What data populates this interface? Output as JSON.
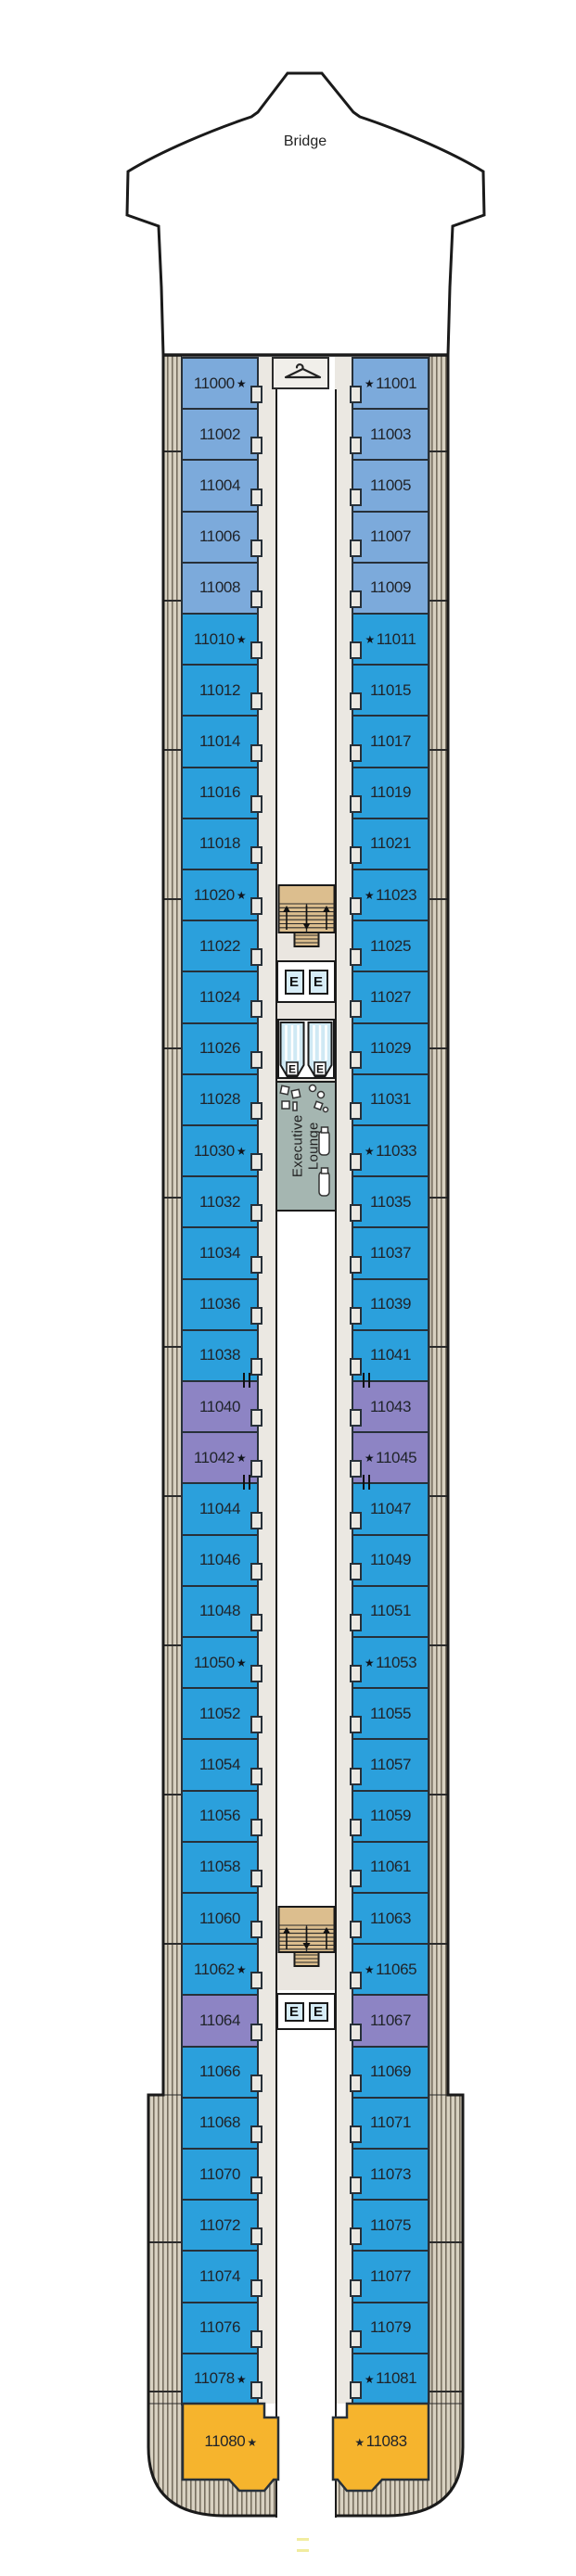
{
  "deck": {
    "bridge_label": "Bridge",
    "star_symbol": "★",
    "elevator_label": "E",
    "lounge": {
      "line1": "Executive",
      "line2": "Lounge"
    }
  },
  "colors": {
    "cabin_blue": "#2ba0dc",
    "cabin_light_blue": "#7caadb",
    "cabin_purple": "#8d84c4",
    "cabin_yellow": "#f6b42d",
    "lounge_fill": "#a5b6b1",
    "stairs_tan": "#dcbe8e",
    "elevator_glass": "#d7edf7",
    "hull_stripe": "#d8d1c1",
    "walkway": "#ebe8e2"
  },
  "cabins": {
    "rows": [
      {
        "left": {
          "num": "11000",
          "star": true
        },
        "right": {
          "num": "11001",
          "star": true
        },
        "category": "light_blue"
      },
      {
        "left": {
          "num": "11002",
          "star": false
        },
        "right": {
          "num": "11003",
          "star": false
        },
        "category": "light_blue"
      },
      {
        "left": {
          "num": "11004",
          "star": false
        },
        "right": {
          "num": "11005",
          "star": false
        },
        "category": "light_blue"
      },
      {
        "left": {
          "num": "11006",
          "star": false
        },
        "right": {
          "num": "11007",
          "star": false
        },
        "category": "light_blue"
      },
      {
        "left": {
          "num": "11008",
          "star": false
        },
        "right": {
          "num": "11009",
          "star": false
        },
        "category": "light_blue"
      },
      {
        "left": {
          "num": "11010",
          "star": true
        },
        "right": {
          "num": "11011",
          "star": true
        },
        "category": "blue"
      },
      {
        "left": {
          "num": "11012",
          "star": false
        },
        "right": {
          "num": "11015",
          "star": false
        },
        "category": "blue"
      },
      {
        "left": {
          "num": "11014",
          "star": false
        },
        "right": {
          "num": "11017",
          "star": false
        },
        "category": "blue"
      },
      {
        "left": {
          "num": "11016",
          "star": false
        },
        "right": {
          "num": "11019",
          "star": false
        },
        "category": "blue"
      },
      {
        "left": {
          "num": "11018",
          "star": false
        },
        "right": {
          "num": "11021",
          "star": false
        },
        "category": "blue"
      },
      {
        "left": {
          "num": "11020",
          "star": true
        },
        "right": {
          "num": "11023",
          "star": true
        },
        "category": "blue"
      },
      {
        "left": {
          "num": "11022",
          "star": false
        },
        "right": {
          "num": "11025",
          "star": false
        },
        "category": "blue"
      },
      {
        "left": {
          "num": "11024",
          "star": false
        },
        "right": {
          "num": "11027",
          "star": false
        },
        "category": "blue"
      },
      {
        "left": {
          "num": "11026",
          "star": false
        },
        "right": {
          "num": "11029",
          "star": false
        },
        "category": "blue"
      },
      {
        "left": {
          "num": "11028",
          "star": false
        },
        "right": {
          "num": "11031",
          "star": false
        },
        "category": "blue"
      },
      {
        "left": {
          "num": "11030",
          "star": true
        },
        "right": {
          "num": "11033",
          "star": true
        },
        "category": "blue"
      },
      {
        "left": {
          "num": "11032",
          "star": false
        },
        "right": {
          "num": "11035",
          "star": false
        },
        "category": "blue"
      },
      {
        "left": {
          "num": "11034",
          "star": false
        },
        "right": {
          "num": "11037",
          "star": false
        },
        "category": "blue"
      },
      {
        "left": {
          "num": "11036",
          "star": false
        },
        "right": {
          "num": "11039",
          "star": false
        },
        "category": "blue"
      },
      {
        "left": {
          "num": "11038",
          "star": false
        },
        "right": {
          "num": "11041",
          "star": false
        },
        "category": "blue"
      },
      {
        "left": {
          "num": "11040",
          "star": false
        },
        "right": {
          "num": "11043",
          "star": false
        },
        "category": "purple"
      },
      {
        "left": {
          "num": "11042",
          "star": true
        },
        "right": {
          "num": "11045",
          "star": true
        },
        "category": "purple"
      },
      {
        "left": {
          "num": "11044",
          "star": false
        },
        "right": {
          "num": "11047",
          "star": false
        },
        "category": "blue"
      },
      {
        "left": {
          "num": "11046",
          "star": false
        },
        "right": {
          "num": "11049",
          "star": false
        },
        "category": "blue"
      },
      {
        "left": {
          "num": "11048",
          "star": false
        },
        "right": {
          "num": "11051",
          "star": false
        },
        "category": "blue"
      },
      {
        "left": {
          "num": "11050",
          "star": true
        },
        "right": {
          "num": "11053",
          "star": true
        },
        "category": "blue"
      },
      {
        "left": {
          "num": "11052",
          "star": false
        },
        "right": {
          "num": "11055",
          "star": false
        },
        "category": "blue"
      },
      {
        "left": {
          "num": "11054",
          "star": false
        },
        "right": {
          "num": "11057",
          "star": false
        },
        "category": "blue"
      },
      {
        "left": {
          "num": "11056",
          "star": false
        },
        "right": {
          "num": "11059",
          "star": false
        },
        "category": "blue"
      },
      {
        "left": {
          "num": "11058",
          "star": false
        },
        "right": {
          "num": "11061",
          "star": false
        },
        "category": "blue"
      },
      {
        "left": {
          "num": "11060",
          "star": false
        },
        "right": {
          "num": "11063",
          "star": false
        },
        "category": "blue"
      },
      {
        "left": {
          "num": "11062",
          "star": true
        },
        "right": {
          "num": "11065",
          "star": true
        },
        "category": "blue"
      },
      {
        "left": {
          "num": "11064",
          "star": false
        },
        "right": {
          "num": "11067",
          "star": false
        },
        "category": "purple"
      },
      {
        "left": {
          "num": "11066",
          "star": false
        },
        "right": {
          "num": "11069",
          "star": false
        },
        "category": "blue"
      },
      {
        "left": {
          "num": "11068",
          "star": false
        },
        "right": {
          "num": "11071",
          "star": false
        },
        "category": "blue"
      },
      {
        "left": {
          "num": "11070",
          "star": false
        },
        "right": {
          "num": "11073",
          "star": false
        },
        "category": "blue"
      },
      {
        "left": {
          "num": "11072",
          "star": false
        },
        "right": {
          "num": "11075",
          "star": false
        },
        "category": "blue"
      },
      {
        "left": {
          "num": "11074",
          "star": false
        },
        "right": {
          "num": "11077",
          "star": false
        },
        "category": "blue"
      },
      {
        "left": {
          "num": "11076",
          "star": false
        },
        "right": {
          "num": "11079",
          "star": false
        },
        "category": "blue"
      },
      {
        "left": {
          "num": "11078",
          "star": true
        },
        "right": {
          "num": "11081",
          "star": true
        },
        "category": "blue"
      }
    ],
    "stern_suites": {
      "left": {
        "num": "11080",
        "star": true
      },
      "right": {
        "num": "11083",
        "star": true
      },
      "category": "yellow"
    }
  }
}
